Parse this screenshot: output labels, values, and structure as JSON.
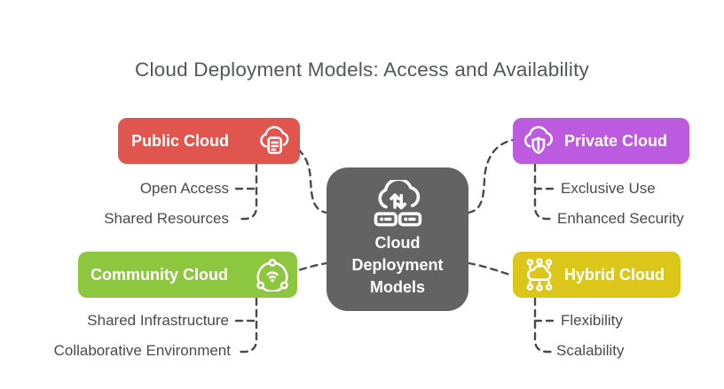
{
  "title": "Cloud Deployment Models: Access and Availability",
  "colors": {
    "connector": "#4a4a4a",
    "title_text": "#53575a",
    "item_text": "#4a4a4a",
    "center_bg": "#636363",
    "public": "#e0564f",
    "private": "#bc5be0",
    "community": "#8dc63f",
    "hybrid": "#dcc61a"
  },
  "center": {
    "label": "Cloud Deployment Models",
    "icon": "cloud-data-transfer-servers-icon"
  },
  "branches": {
    "public": {
      "label": "Public Cloud",
      "icon": "cloud-document-icon",
      "items": [
        "Open Access",
        "Shared Resources"
      ]
    },
    "private": {
      "label": "Private Cloud",
      "icon": "cloud-shield-icon",
      "items": [
        "Exclusive Use",
        "Enhanced Security"
      ]
    },
    "community": {
      "label": "Community Cloud",
      "icon": "community-network-icon",
      "items": [
        "Shared Infrastructure",
        "Collaborative Environment"
      ]
    },
    "hybrid": {
      "label": "Hybrid Cloud",
      "icon": "hybrid-network-cloud-icon",
      "items": [
        "Flexibility",
        "Scalability"
      ]
    }
  }
}
